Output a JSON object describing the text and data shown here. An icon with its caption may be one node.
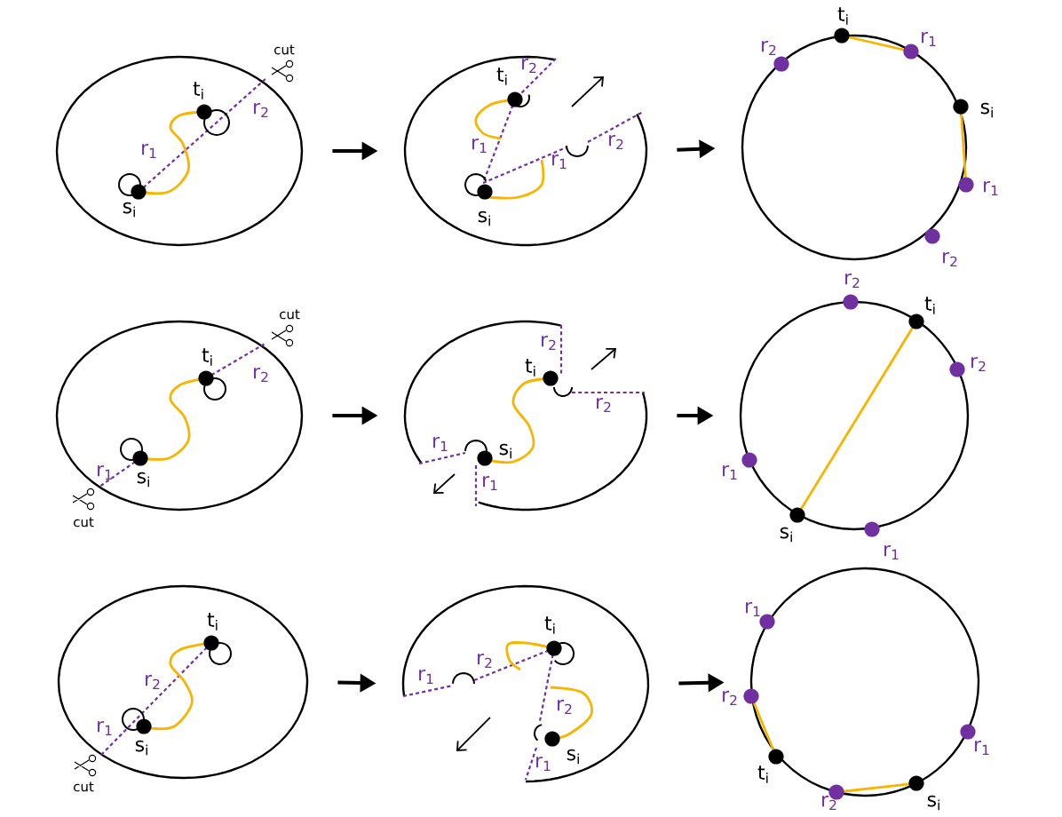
{
  "diagram": {
    "nodes": [
      {
        "text": [
          "t$_{i}$",
          "r$_{2}$",
          "r$_{1}$",
          "s$_{i}$"
        ],
        "beside": [
          "cut"
        ]
      },
      {
        "text": [
          "r$_{2}$",
          "t$_{i}$",
          "r$_{1}$",
          "r$_{2}$",
          "r$_{1}$",
          "s$_{i}$"
        ]
      },
      {
        "text": [
          "t$_{i}$",
          "r$_{2}$",
          "r$_{1}$",
          "s$_{i}$",
          "r$_{1}$",
          "r$_{2}$"
        ]
      },
      {
        "text": [
          "t$_{i}$",
          "r$_{2}$",
          "r$_{1}$",
          "s$_{i}$"
        ],
        "beside": [
          "cut",
          "cut"
        ]
      },
      {
        "text": [
          "r$_{2}$",
          "t$_{i}$",
          "r$_{2}$",
          "r$_{1}$",
          "s$_{i}$",
          "r$_{1}$"
        ]
      },
      {
        "text": [
          "r$_{2}$",
          "t$_{i}$",
          "r$_{2}$",
          "r$_{1}$",
          "s$_{i}$",
          "r$_{1}$"
        ]
      },
      {
        "text": [
          "t$_{i}$",
          "r$_{2}$",
          "r$_{1}$",
          "s$_{i}$"
        ],
        "beside": [
          "cut"
        ]
      },
      {
        "text": [
          "t$_{i}$",
          "r$_{2}$",
          "r$_{1}$",
          "r$_{2}$",
          "s$_{i}$",
          "r$_{1}$"
        ]
      },
      {
        "text": [
          "r$_{1}$",
          "r$_{2}$",
          "t$_{i}$",
          "r$_{2}$",
          "s$_{i}$",
          "r$_{1}$"
        ]
      }
    ],
    "edges": [
      {
        "from": 0,
        "to": 1,
        "arrow": "to"
      },
      {
        "from": 1,
        "to": 2,
        "arrow": "to"
      },
      {
        "from": 3,
        "to": 4,
        "arrow": "to"
      },
      {
        "from": 4,
        "to": 5,
        "arrow": "to"
      },
      {
        "from": 6,
        "to": 7,
        "arrow": "to"
      },
      {
        "from": 7,
        "to": 8,
        "arrow": "to"
      }
    ]
  }
}
